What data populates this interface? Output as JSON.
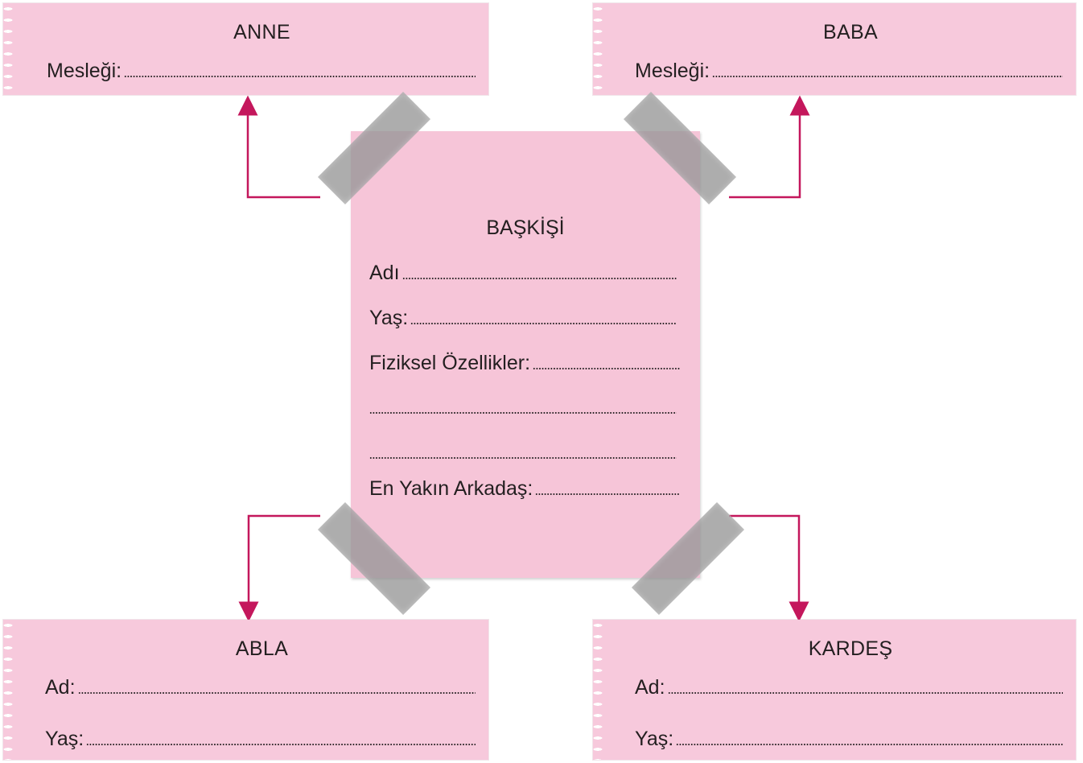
{
  "center": {
    "title": "BAŞKİŞİ",
    "fields": [
      {
        "label": "Adı"
      },
      {
        "label": "Yaş:"
      },
      {
        "label": "Fiziksel Özellikler:"
      },
      {
        "label": ""
      },
      {
        "label": ""
      },
      {
        "label": "En Yakın Arkadaş:"
      }
    ]
  },
  "anne": {
    "title": "ANNE",
    "field1": "Mesleği:"
  },
  "baba": {
    "title": "BABA",
    "field1": "Mesleği:"
  },
  "abla": {
    "title": "ABLA",
    "field1": "Ad:",
    "field2": "Yaş:"
  },
  "kardes": {
    "title": "KARDEŞ",
    "field1": "Ad:",
    "field2": "Yaş:"
  },
  "colors": {
    "card": "#f7c9dc",
    "arrow": "#c4175c",
    "tape": "#9a9a9a"
  }
}
